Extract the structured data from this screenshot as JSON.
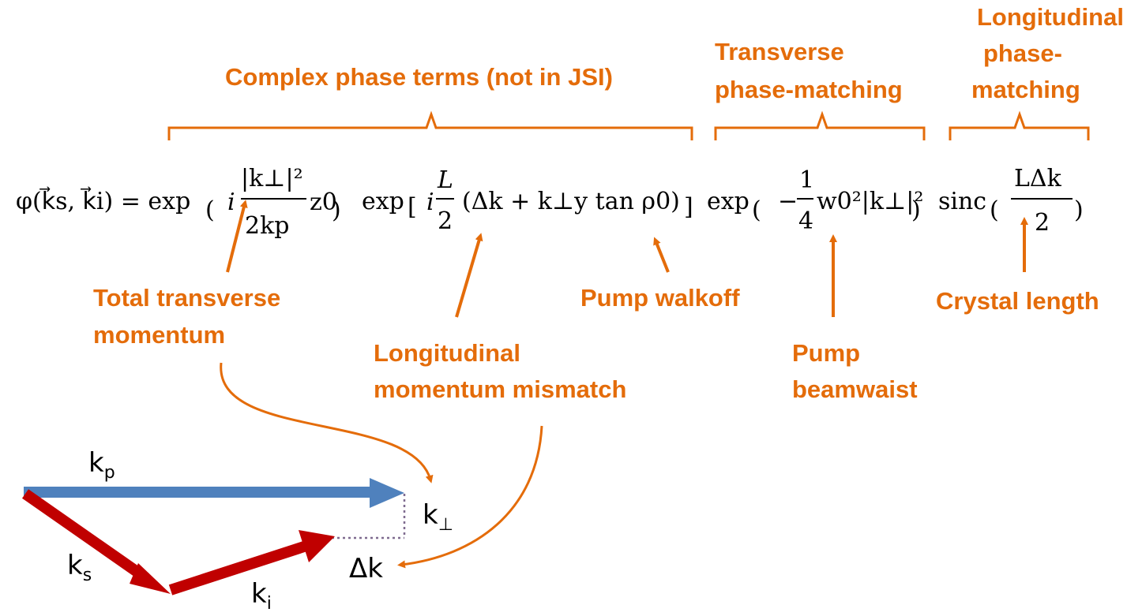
{
  "colors": {
    "annotation": "#e46c0a",
    "pump_vector": "#4f81bd",
    "signal_idler_vector": "#c00000",
    "dotted": "#7f6b8f",
    "text": "#000000"
  },
  "brackets": {
    "complex_phase": "Complex phase terms (not in JSI)",
    "transverse": [
      "Transverse",
      "phase-matching"
    ],
    "longitudinal": [
      "Longitudinal",
      "phase-",
      "matching"
    ]
  },
  "equation": {
    "lhs": "φ(k⃗s, k⃗i) = exp",
    "term1_num": "|k⊥|²",
    "term1_den": "2kp",
    "term1_tail": "z0",
    "term2_prefix": "exp",
    "term2_frac_num": "L",
    "term2_frac_den": "2",
    "term2_body": "(Δk + k⊥y tan ρ0)",
    "term3_prefix": "exp",
    "term3_body": "w0²|k⊥|²",
    "term3_frac_num": "1",
    "term3_frac_den": "4",
    "term4_prefix": "sinc",
    "term4_num": "LΔk",
    "term4_den": "2"
  },
  "annotations": {
    "total_transverse": [
      "Total transverse",
      "momentum"
    ],
    "longitudinal_mismatch": [
      "Longitudinal",
      "momentum mismatch"
    ],
    "pump_walkoff": "Pump walkoff",
    "pump_beamwaist": [
      "Pump",
      "beamwaist"
    ],
    "crystal_length": "Crystal length"
  },
  "vectors": {
    "kp": "k",
    "kp_sub": "p",
    "ks": "k",
    "ks_sub": "s",
    "ki": "k",
    "ki_sub": "i",
    "kperp": "k",
    "kperp_sub": "⊥",
    "dk": "Δk"
  }
}
